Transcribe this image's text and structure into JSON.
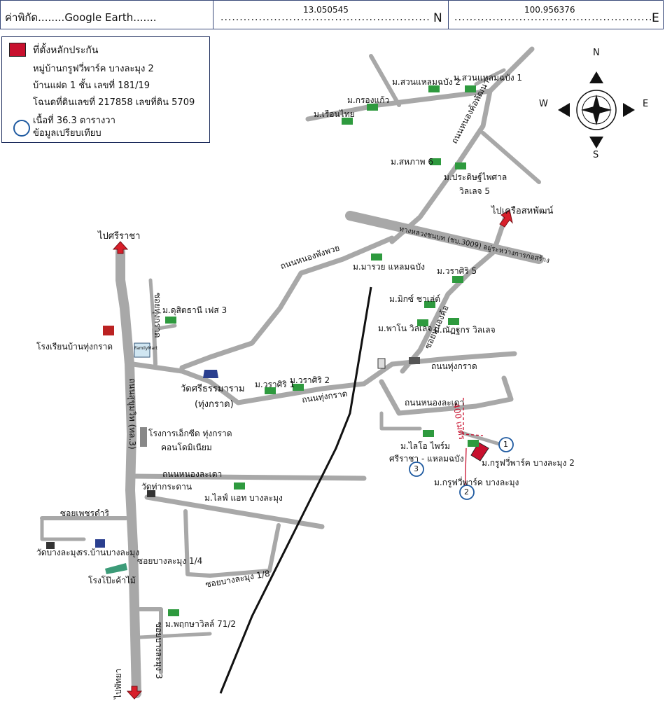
{
  "header": {
    "coord_label": "ค่าพิกัด........Google Earth.......",
    "dots": "................................................................",
    "lat_value": "13.050545",
    "lat_unit": "N",
    "lon_value": "100.956376",
    "lon_unit": "E"
  },
  "legend": {
    "location_label": "ที่ตั้งหลักประกัน",
    "project": "หมู่บ้านกรูฟวี่พาร์ค บางละมุง 2",
    "house": "บ้านแฝด 1 ชั้น เลขที่ 181/19",
    "deed": "โฉนดที่ดินเลขที่ 217858 เลขที่ดิน 5709",
    "area": "เนื้อที่ 36.3 ตารางวา",
    "compare": "ข้อมูลเปรียบเทียบ"
  },
  "compass": {
    "n": "N",
    "s": "S",
    "e": "E",
    "w": "W"
  },
  "colors": {
    "road": "#a8a8a8",
    "arrow": "#d81f2a",
    "house_icon": "#2e9a3e",
    "marker": "#1f5aa0",
    "subject": "#c8102e",
    "legend_border": "#1a2a5a"
  },
  "places": {
    "suan_hlaem_2": "ม.สวนแหลมฉบัง 2",
    "suan_hlaem_1": "ม.สวนแหลมฉบัง 1",
    "krong_kaew": "ม.กรองแก้ว",
    "ruen_thai": "ม.เรือนไทย",
    "sahaphap": "ม.สหภาพ 6",
    "pradit_phaisan": "ม.ประดิษฐ์ไพศาล",
    "village5": "วิลเลจ 5",
    "to_sahaphat": "ไปเครือสหพัฒน์",
    "to_sriracha": "ไปศรีราชา",
    "mar_ruay": "ม.มารวย แหลมฉบัง",
    "warasiri5": "ม.วราศิริ 5",
    "mix_chalet": "ม.มิกซ์ ชาเล่ต์",
    "pa_no": "ม.พาโน วิลเลจ",
    "nantoo": "ม.ณัฏฐกร วิลเลจ",
    "dusit": "ม.ดุสิตธานี เฟส 3",
    "school": "โรงเรียนบ้านทุ่งกราด",
    "wat_sri": "วัดศรีธรรมาราม",
    "tung_krad": "(ทุ่งกราด)",
    "warasiri1": "ม.วราศิริ 1",
    "warasiri2": "ม.วราศิริ 2",
    "hospital": "โรงการเอ็กซีด ทุ่งกราด",
    "condo": "คอนโดมิเนียม",
    "wat_tha": "วัดท่ากระดาน",
    "life_at": "ม.ไลฟ์ แอท บางละมุง",
    "wat_bang": "วัดบางละมุง",
    "rr_bang": "รร.บ้านบางละมุง",
    "wood": "โรงโป๊ะค้าไม้",
    "phruksa": "ม.พฤกษาวิลล์ 71/2",
    "to_pattaya": "ไปพัทยา",
    "lio": "ม.ไลโอ ไพร์ม",
    "sriracha_hlaem": "ศรีราชา - แหลมฉบัง",
    "groovy2": "ม.กรูฟวี่พาร์ค บางละมุง 2",
    "groovy": "ม.กรูฟวี่พาร์ค บางละมุง",
    "distance": "400 เมตร",
    "m1": "1",
    "m2": "2",
    "m3": "3",
    "family_mart": "FamilyMart"
  },
  "roads": {
    "nong_kham_phuai_n": "ถนนหนองค้อพัฒนา",
    "nong_kham_phuai": "ถนนหนองค้อพัฒนา",
    "highway3009": "ทางหลวงชนบท (ชบ.3009) อยู่ระหว่างการก่อสร้าง",
    "nong_kham_w": "ถนนหนองพังพวย",
    "soi_nong_kham": "ซอยหนองค้อ",
    "thung_krad_e": "ถนนทุ่งกราด",
    "thung_krad": "ถนนทุ่งกราด",
    "nong_sadao_e": "ถนนหนองละเดา",
    "nong_sadao": "ถนนหนองละเดา",
    "sukhumvit": "ถนนสุขุมวิท (ทล.3)",
    "soi_dusit": "ซอยทุ่งกราด",
    "soi_phet": "ซอยเพชรดำริ",
    "soi_bang_1_4": "ซอยบางละมุง 1/4",
    "soi_bang_1_8": "ซอยบางละมุง 1/8",
    "soi_bang_3": "ซอยบางละมุง 3"
  }
}
